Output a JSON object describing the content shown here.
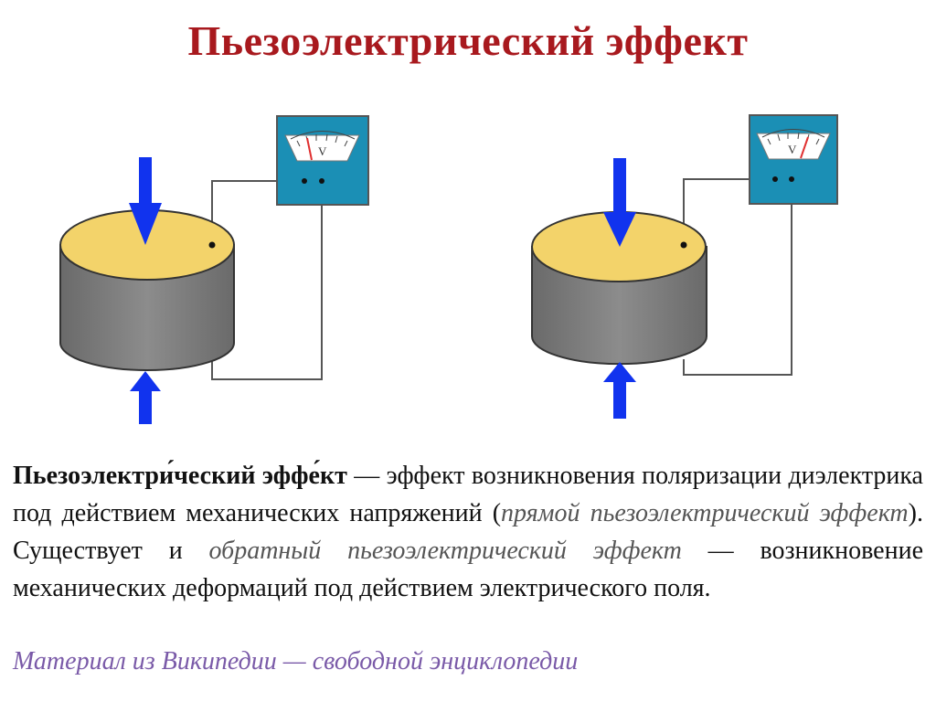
{
  "title": "Пьезоэлектрический эффект",
  "colors": {
    "title": "#a8191e",
    "disk_top": "#f3d36a",
    "disk_side": "#7e7e7e",
    "arrow": "#1133ee",
    "meter_body": "#1b8fb5",
    "needle": "#e03030",
    "source_text": "#7a5aa8"
  },
  "diagram": {
    "left_setup": {
      "description_icons": [
        "arrow-down-icon",
        "arrow-up-icon",
        "voltmeter-icon"
      ],
      "meter_letter": "V"
    },
    "right_setup": {
      "description_icons": [
        "arrow-down-icon",
        "arrow-up-icon",
        "voltmeter-icon"
      ],
      "meter_letter": "V"
    }
  },
  "definition": {
    "term": "Пьезоэлектри́ческий эффе́кт",
    "part1": " — эффект возникновения поляризации диэлектрика под действием механических напряжений (",
    "direct": "прямой пьезоэлектрический эффект",
    "part2": "). Существует и ",
    "inverse": "обратный пьезоэлектрический эффект",
    "part3": " — возникновение механических деформаций под действием электрического поля."
  },
  "source": "Материал из Википедии — свободной энциклопедии"
}
